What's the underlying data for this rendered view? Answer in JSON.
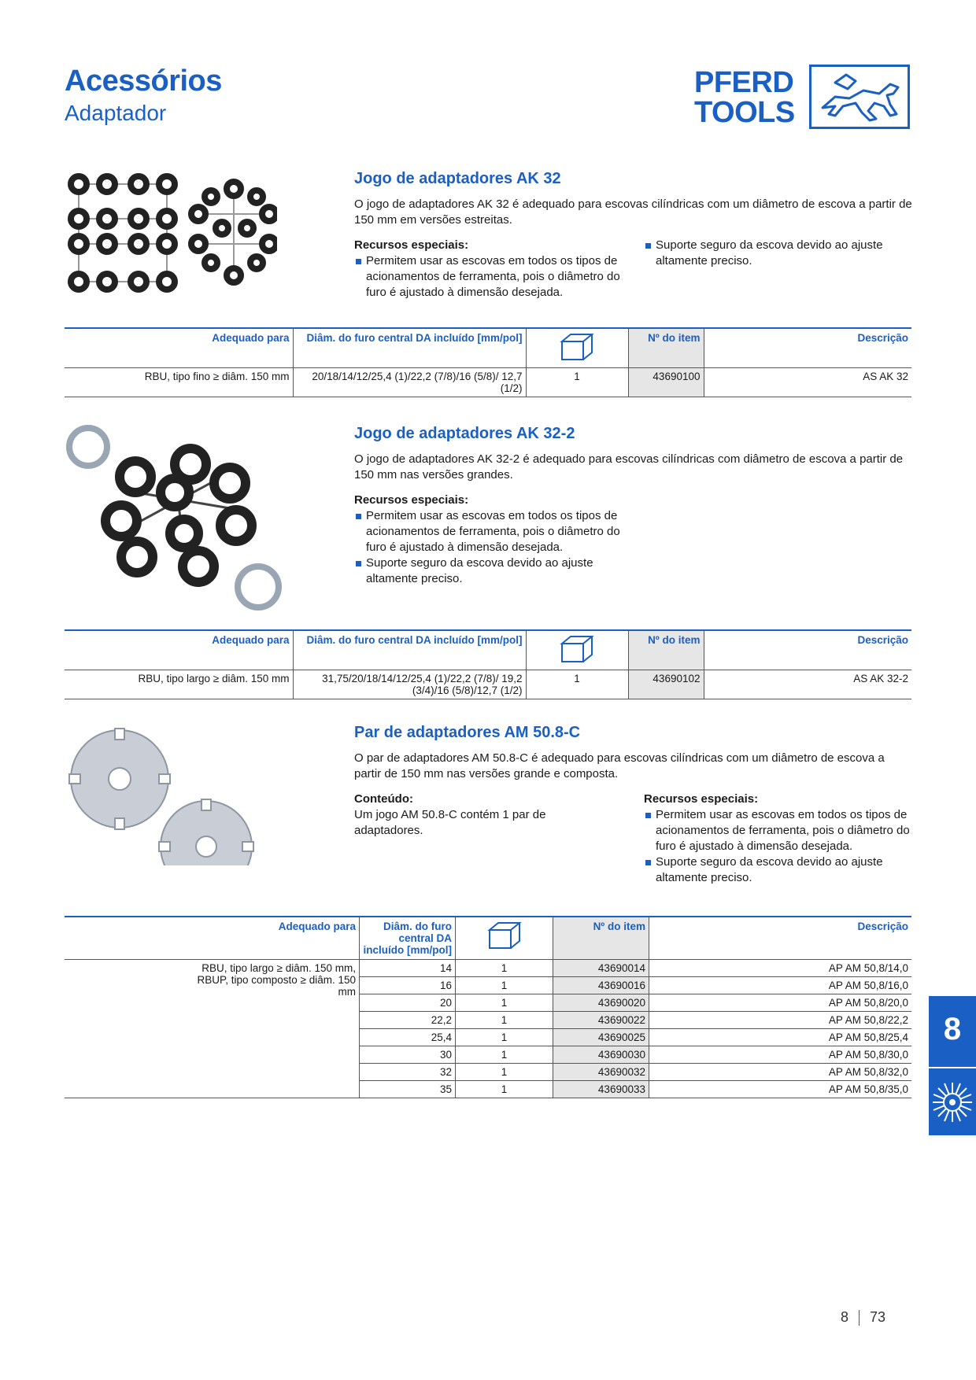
{
  "header": {
    "title": "Acessórios",
    "subtitle": "Adaptador"
  },
  "logo": {
    "line1": "PFERD",
    "line2": "TOOLS"
  },
  "sections": [
    {
      "title": "Jogo de adaptadores AK 32",
      "description": "O jogo de adaptadores AK 32 é adequado para escovas cilíndricas com um diâmetro de escova a partir de 150 mm em versões estreitas.",
      "features_head": "Recursos especiais:",
      "feature1": "Permitem usar as escovas em todos os tipos de acionamentos de ferramenta, pois o diâmetro do furo é ajustado à dimensão desejada.",
      "feature2": "Suporte seguro da escova devido ao ajuste altamente preciso.",
      "table": {
        "h_suitable": "Adequado para",
        "h_bore": "Diâm. do furo central DA incluído [mm/pol]",
        "h_item": "Nº do item",
        "h_desc": "Descrição",
        "row": {
          "suitable": "RBU, tipo fino ≥ diâm. 150 mm",
          "bore": "20/18/14/12/25,4 (1)/22,2 (7/8)/16 (5/8)/ 12,7 (1/2)",
          "qty": "1",
          "item": "43690100",
          "desc": "AS AK 32"
        }
      }
    },
    {
      "title": "Jogo de adaptadores AK 32-2",
      "description": "O jogo de adaptadores AK 32-2 é adequado para escovas cilíndricas com diâmetro de escova a partir de 150 mm nas versões grandes.",
      "features_head": "Recursos especiais:",
      "feature1": "Permitem usar as escovas em todos os tipos de acionamentos de ferramenta, pois o diâmetro do furo é ajustado à dimensão desejada.",
      "feature2": "Suporte seguro da escova devido ao ajuste altamente preciso.",
      "table": {
        "h_suitable": "Adequado para",
        "h_bore": "Diâm. do furo central DA incluído [mm/pol]",
        "h_item": "Nº do item",
        "h_desc": "Descrição",
        "row": {
          "suitable": "RBU, tipo largo ≥ diâm. 150 mm",
          "bore": "31,75/20/18/14/12/25,4 (1)/22,2 (7/8)/ 19,2 (3/4)/16 (5/8)/12,7 (1/2)",
          "qty": "1",
          "item": "43690102",
          "desc": "AS AK 32-2"
        }
      }
    },
    {
      "title": "Par de adaptadores AM 50.8-C",
      "description": "O par de adaptadores AM 50.8-C é adequado para escovas cilíndricas com um diâmetro de escova a partir de 150 mm nas versões grande e composta.",
      "content_head": "Conteúdo:",
      "content_text": "Um jogo AM 50.8-C contém 1 par de adaptadores.",
      "features_head": "Recursos especiais:",
      "feature1": "Permitem usar as escovas em todos os tipos de acionamentos de ferramenta, pois o diâmetro do furo é ajustado à dimensão desejada.",
      "feature2": "Suporte seguro da escova devido ao ajuste altamente preciso.",
      "table": {
        "h_suitable": "Adequado para",
        "h_bore": "Diâm. do furo central DA incluído [mm/pol]",
        "h_item": "Nº do item",
        "h_desc": "Descrição",
        "suitable": "RBU, tipo largo ≥ diâm. 150 mm, RBUP, tipo composto ≥ diâm. 150 mm",
        "rows": [
          {
            "bore": "14",
            "qty": "1",
            "item": "43690014",
            "desc": "AP AM 50,8/14,0"
          },
          {
            "bore": "16",
            "qty": "1",
            "item": "43690016",
            "desc": "AP AM 50,8/16,0"
          },
          {
            "bore": "20",
            "qty": "1",
            "item": "43690020",
            "desc": "AP AM 50,8/20,0"
          },
          {
            "bore": "22,2",
            "qty": "1",
            "item": "43690022",
            "desc": "AP AM 50,8/22,2"
          },
          {
            "bore": "25,4",
            "qty": "1",
            "item": "43690025",
            "desc": "AP AM 50,8/25,4"
          },
          {
            "bore": "30",
            "qty": "1",
            "item": "43690030",
            "desc": "AP AM 50,8/30,0"
          },
          {
            "bore": "32",
            "qty": "1",
            "item": "43690032",
            "desc": "AP AM 50,8/32,0"
          },
          {
            "bore": "35",
            "qty": "1",
            "item": "43690033",
            "desc": "AP AM 50,8/35,0"
          }
        ]
      }
    }
  ],
  "side_tab": {
    "number": "8"
  },
  "page": {
    "chapter": "8",
    "number": "73"
  }
}
